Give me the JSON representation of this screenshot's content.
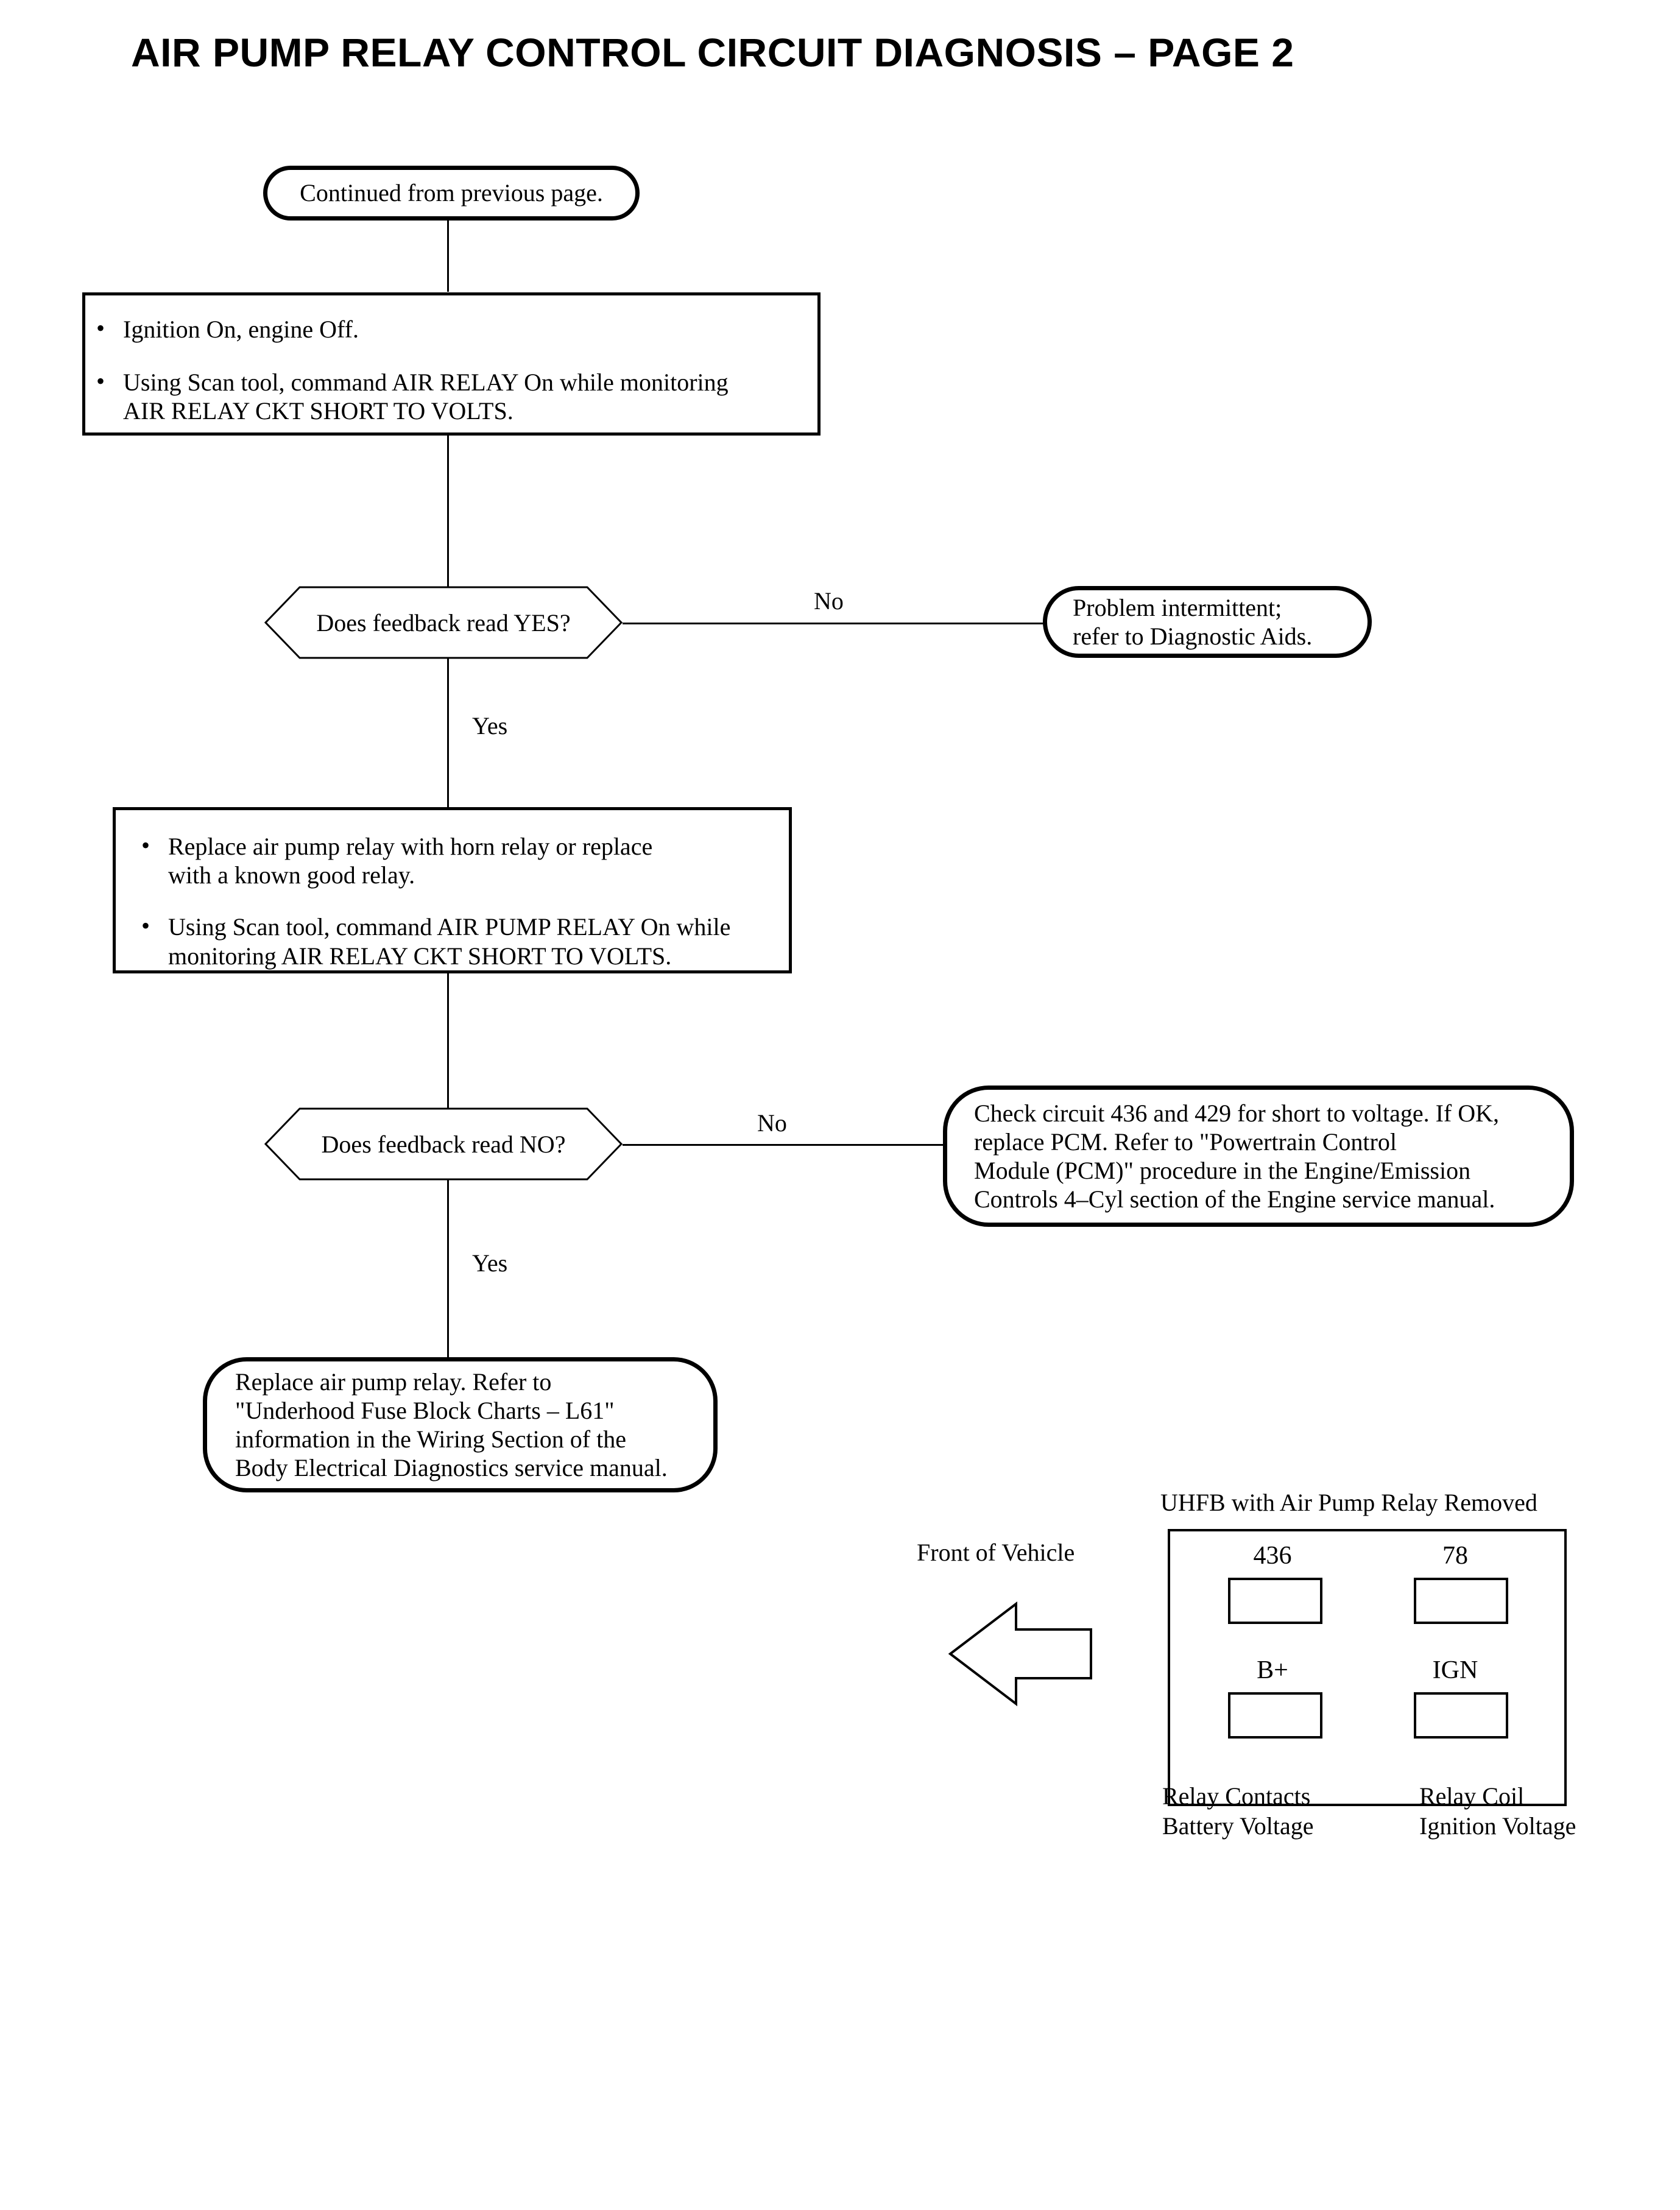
{
  "title": "AIR PUMP RELAY CONTROL CIRCUIT DIAGNOSIS – PAGE 2",
  "flow": {
    "start": {
      "text": "Continued from previous page."
    },
    "step1": {
      "bullets": [
        "Ignition On, engine Off.",
        "Using Scan tool, command AIR RELAY On while monitoring\nAIR RELAY CKT SHORT TO VOLTS."
      ]
    },
    "decision1": {
      "question": "Does feedback read YES?",
      "no_label": "No",
      "yes_label": "Yes"
    },
    "result1": {
      "text": "Problem intermittent;\nrefer to Diagnostic Aids."
    },
    "step2": {
      "bullets": [
        "Replace air pump relay with horn relay or replace\nwith a known good relay.",
        "Using Scan tool, command AIR PUMP RELAY On while\nmonitoring AIR RELAY CKT SHORT TO VOLTS."
      ]
    },
    "decision2": {
      "question": "Does feedback read NO?",
      "no_label": "No",
      "yes_label": "Yes"
    },
    "result2": {
      "text": "Check circuit 436 and 429 for short to voltage. If OK,\nreplace PCM. Refer to \"Powertrain Control\nModule (PCM)\" procedure in the Engine/Emission\nControls 4–Cyl section of the Engine service manual."
    },
    "result3": {
      "text": "Replace air pump relay. Refer to\n\"Underhood Fuse Block Charts – L61\"\ninformation in the Wiring Section of the\nBody Electrical Diagnostics service manual."
    }
  },
  "uhfb": {
    "caption": "UHFB with Air Pump Relay Removed",
    "front_of_vehicle": "Front of Vehicle",
    "pins": [
      {
        "label": "436"
      },
      {
        "label": "78"
      },
      {
        "label": "B+"
      },
      {
        "label": "IGN"
      }
    ],
    "footnotes": [
      "Relay Contacts\nBattery Voltage",
      "Relay Coil\nIgnition Voltage"
    ]
  }
}
